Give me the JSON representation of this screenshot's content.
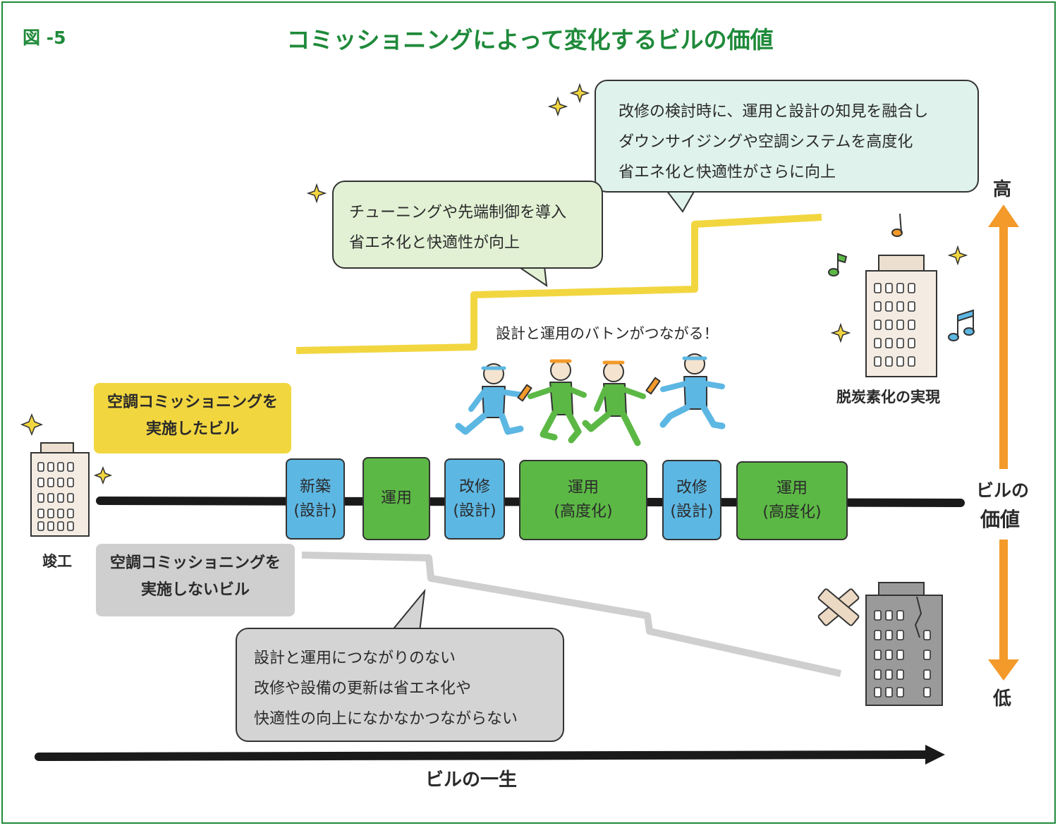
{
  "figure_label": "図 -5",
  "title": "コミッショニングによって変化するビルの価値",
  "colors": {
    "frame": "#1f8a3a",
    "commissioned_line": "#f2d640",
    "non_commissioned_line": "#cfcfcf",
    "design_phase": "#5db7e3",
    "operation_phase": "#5cb845",
    "value_arrow": "#f39a2a"
  },
  "bubbles": {
    "retrofit": [
      "改修の検討時に、運用と設計の知見を融合し",
      "ダウンサイジングや空調システムを高度化",
      "省エネ化と快適性がさらに向上"
    ],
    "tuning": [
      "チューニングや先端制御を導入",
      "省エネ化と快適性が向上"
    ],
    "no_link": [
      "設計と運用につながりのない",
      "改修や設備の更新は省エネ化や",
      "快適性の向上になかなかつながらない"
    ]
  },
  "relay_caption": "設計と運用のバトンがつながる！",
  "tags": {
    "with": [
      "空調コミッショニングを",
      "実施したビル"
    ],
    "without": [
      "空調コミッショニングを",
      "実施しないビル"
    ]
  },
  "phases": [
    {
      "lines": [
        "新築",
        "(設計)"
      ],
      "kind": "design"
    },
    {
      "lines": [
        "運用"
      ],
      "kind": "operation"
    },
    {
      "lines": [
        "改修",
        "(設計)"
      ],
      "kind": "design"
    },
    {
      "lines": [
        "運用",
        "(高度化)"
      ],
      "kind": "operation"
    },
    {
      "lines": [
        "改修",
        "(設計)"
      ],
      "kind": "design"
    },
    {
      "lines": [
        "運用",
        "(高度化)"
      ],
      "kind": "operation"
    }
  ],
  "labels": {
    "completion": "竣工",
    "decarbonization": "脱炭素化の実現",
    "axis_high": "高",
    "axis_low": "低",
    "axis_value_1": "ビルの",
    "axis_value_2": "価値",
    "lifetime": "ビルの一生"
  },
  "icons": [
    "sparkle-icon",
    "music-note-icon",
    "cross-mark-icon",
    "building-icon",
    "relay-runners-illustration"
  ]
}
